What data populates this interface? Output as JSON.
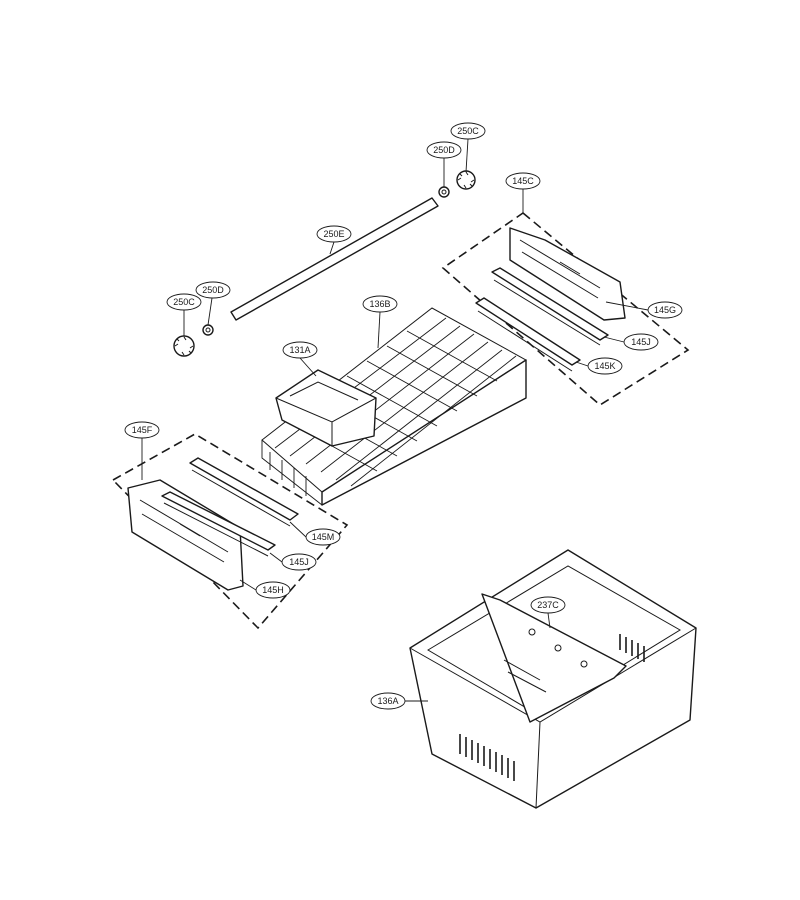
{
  "labels": {
    "c250C_top": "250C",
    "c250D_top": "250D",
    "c145C": "145C",
    "c250E": "250E",
    "c145G": "145G",
    "c250C_left": "250C",
    "c250D_left": "250D",
    "c136B": "136B",
    "c145J_right": "145J",
    "c131A": "131A",
    "c145K": "145K",
    "c145F": "145F",
    "c145M": "145M",
    "c145J_left": "145J",
    "c145H": "145H",
    "c237C": "237C",
    "c136A": "136A"
  }
}
